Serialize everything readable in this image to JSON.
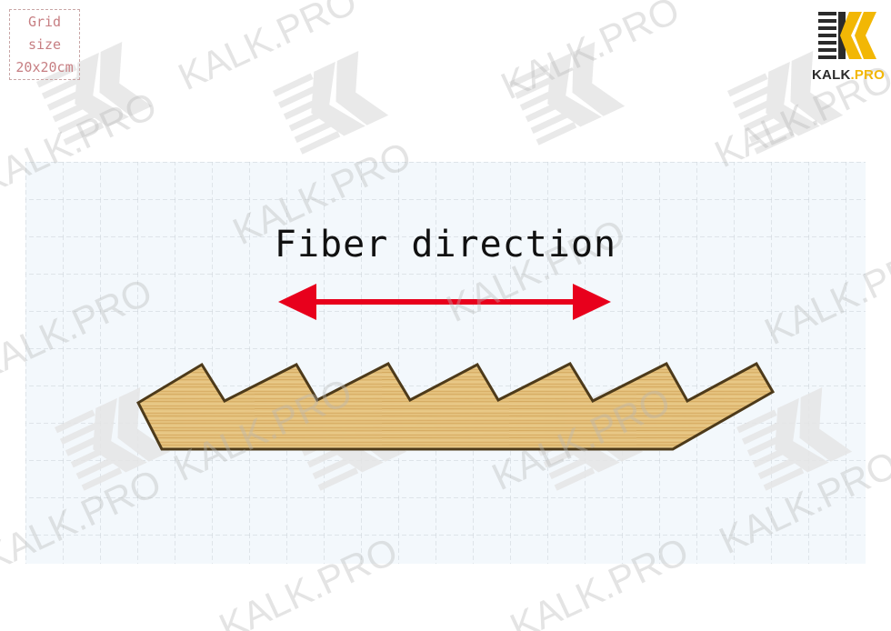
{
  "legend": {
    "line1": "Grid",
    "line2": "size",
    "line3": "20x20cm"
  },
  "logo": {
    "name": "KALK",
    "suffix": ".PRO",
    "accent_color": "#f2b705"
  },
  "watermark_text": "KALK.PRO",
  "annotation": {
    "label": "Fiber direction",
    "arrow_color": "#e8001c"
  },
  "colors": {
    "grid_background": "#f3f8fc",
    "grid_lines": "#c9d0d6",
    "board_fill": "#e3bf7a",
    "board_outline": "#4d3a1a"
  }
}
